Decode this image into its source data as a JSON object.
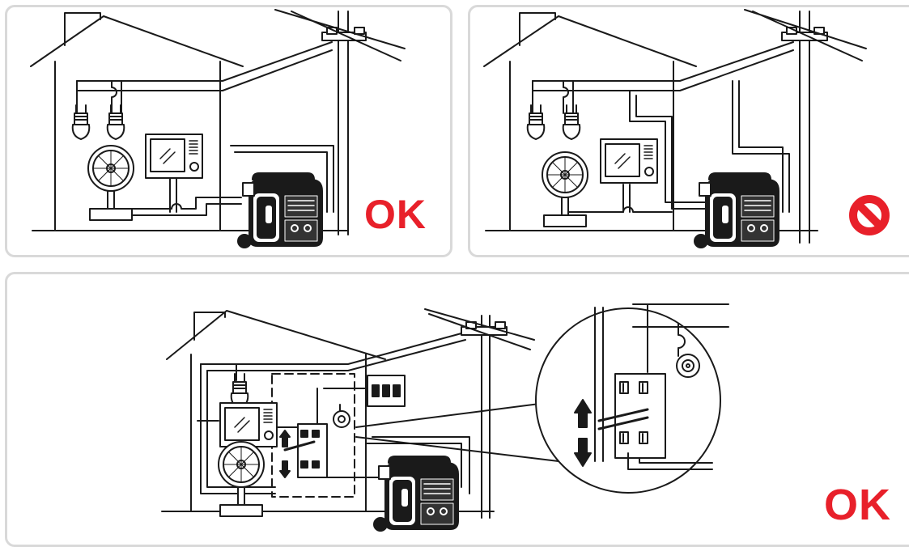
{
  "panels": [
    {
      "id": "correct-wiring",
      "status_label": "OK"
    },
    {
      "id": "prohibited-wiring",
      "status_icon": "prohibited-icon"
    },
    {
      "id": "transfer-switch-wiring",
      "status_label": "OK"
    }
  ],
  "colors": {
    "ok_red": "#e8202a",
    "line": "#1a1a1a",
    "panel_border": "#d9d9d9"
  }
}
